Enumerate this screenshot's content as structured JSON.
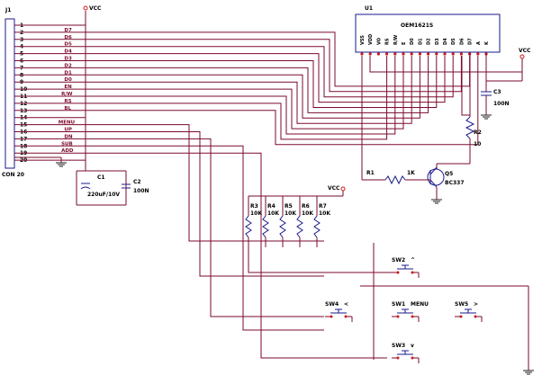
{
  "connector": {
    "ref": "J1",
    "name": "CON 20",
    "pins": [
      "1",
      "2",
      "3",
      "4",
      "5",
      "6",
      "7",
      "8",
      "9",
      "10",
      "11",
      "12",
      "13",
      "14",
      "15",
      "16",
      "17",
      "18",
      "19",
      "20"
    ],
    "signals": [
      "",
      "D7",
      "D6",
      "D5",
      "D4",
      "D3",
      "D2",
      "D1",
      "D0",
      "EN",
      "R/W",
      "RS",
      "BL",
      "",
      "MENU",
      "UP",
      "DN",
      "SUB",
      "ADD",
      ""
    ]
  },
  "vcc": [
    "VCC",
    "VCC",
    "VCC"
  ],
  "lcd": {
    "ref": "U1",
    "part": "OEM1621S",
    "pins": [
      "VSS",
      "VDD",
      "VO",
      "RS",
      "R/W",
      "E",
      "D0",
      "D1",
      "D2",
      "D3",
      "D4",
      "D5",
      "D6",
      "D7",
      "A",
      "K"
    ]
  },
  "c1": {
    "ref": "C1",
    "value": "220uF/10V"
  },
  "c2": {
    "ref": "C2",
    "value": "100N"
  },
  "c3": {
    "ref": "C3",
    "value": "100N"
  },
  "r1": {
    "ref": "R1",
    "value": "1K"
  },
  "r2": {
    "ref": "R2",
    "value": "10"
  },
  "q1": {
    "ref": "Q5",
    "value": "BC337"
  },
  "resistors": [
    {
      "ref": "R3",
      "value": "10K"
    },
    {
      "ref": "R4",
      "value": "10K"
    },
    {
      "ref": "R5",
      "value": "10K"
    },
    {
      "ref": "R6",
      "value": "10K"
    },
    {
      "ref": "R7",
      "value": "10K"
    }
  ],
  "switches": [
    {
      "ref": "SW2",
      "label": "^"
    },
    {
      "ref": "SW4",
      "label": "<"
    },
    {
      "ref": "SW1",
      "label": "MENU"
    },
    {
      "ref": "SW5",
      "label": ">"
    },
    {
      "ref": "SW3",
      "label": "v"
    }
  ]
}
